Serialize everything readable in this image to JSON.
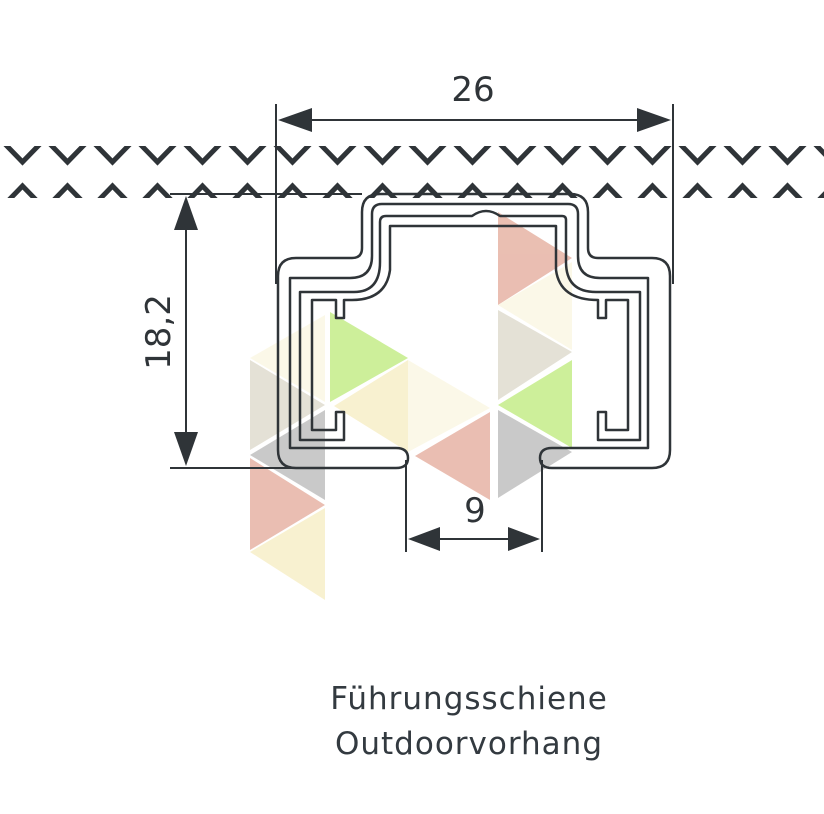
{
  "dimensions": {
    "width": "26",
    "height": "18,2",
    "opening": "9"
  },
  "caption": {
    "line1": "Führungsschiene",
    "line2": "Outdoorvorhang"
  },
  "colors": {
    "line": "#2f3438",
    "fabric_triangles": [
      "#e8b8aa",
      "#c8ee90",
      "#f8f0cc",
      "#fbf8e6",
      "#e2ded2",
      "#c4c4c4"
    ]
  }
}
